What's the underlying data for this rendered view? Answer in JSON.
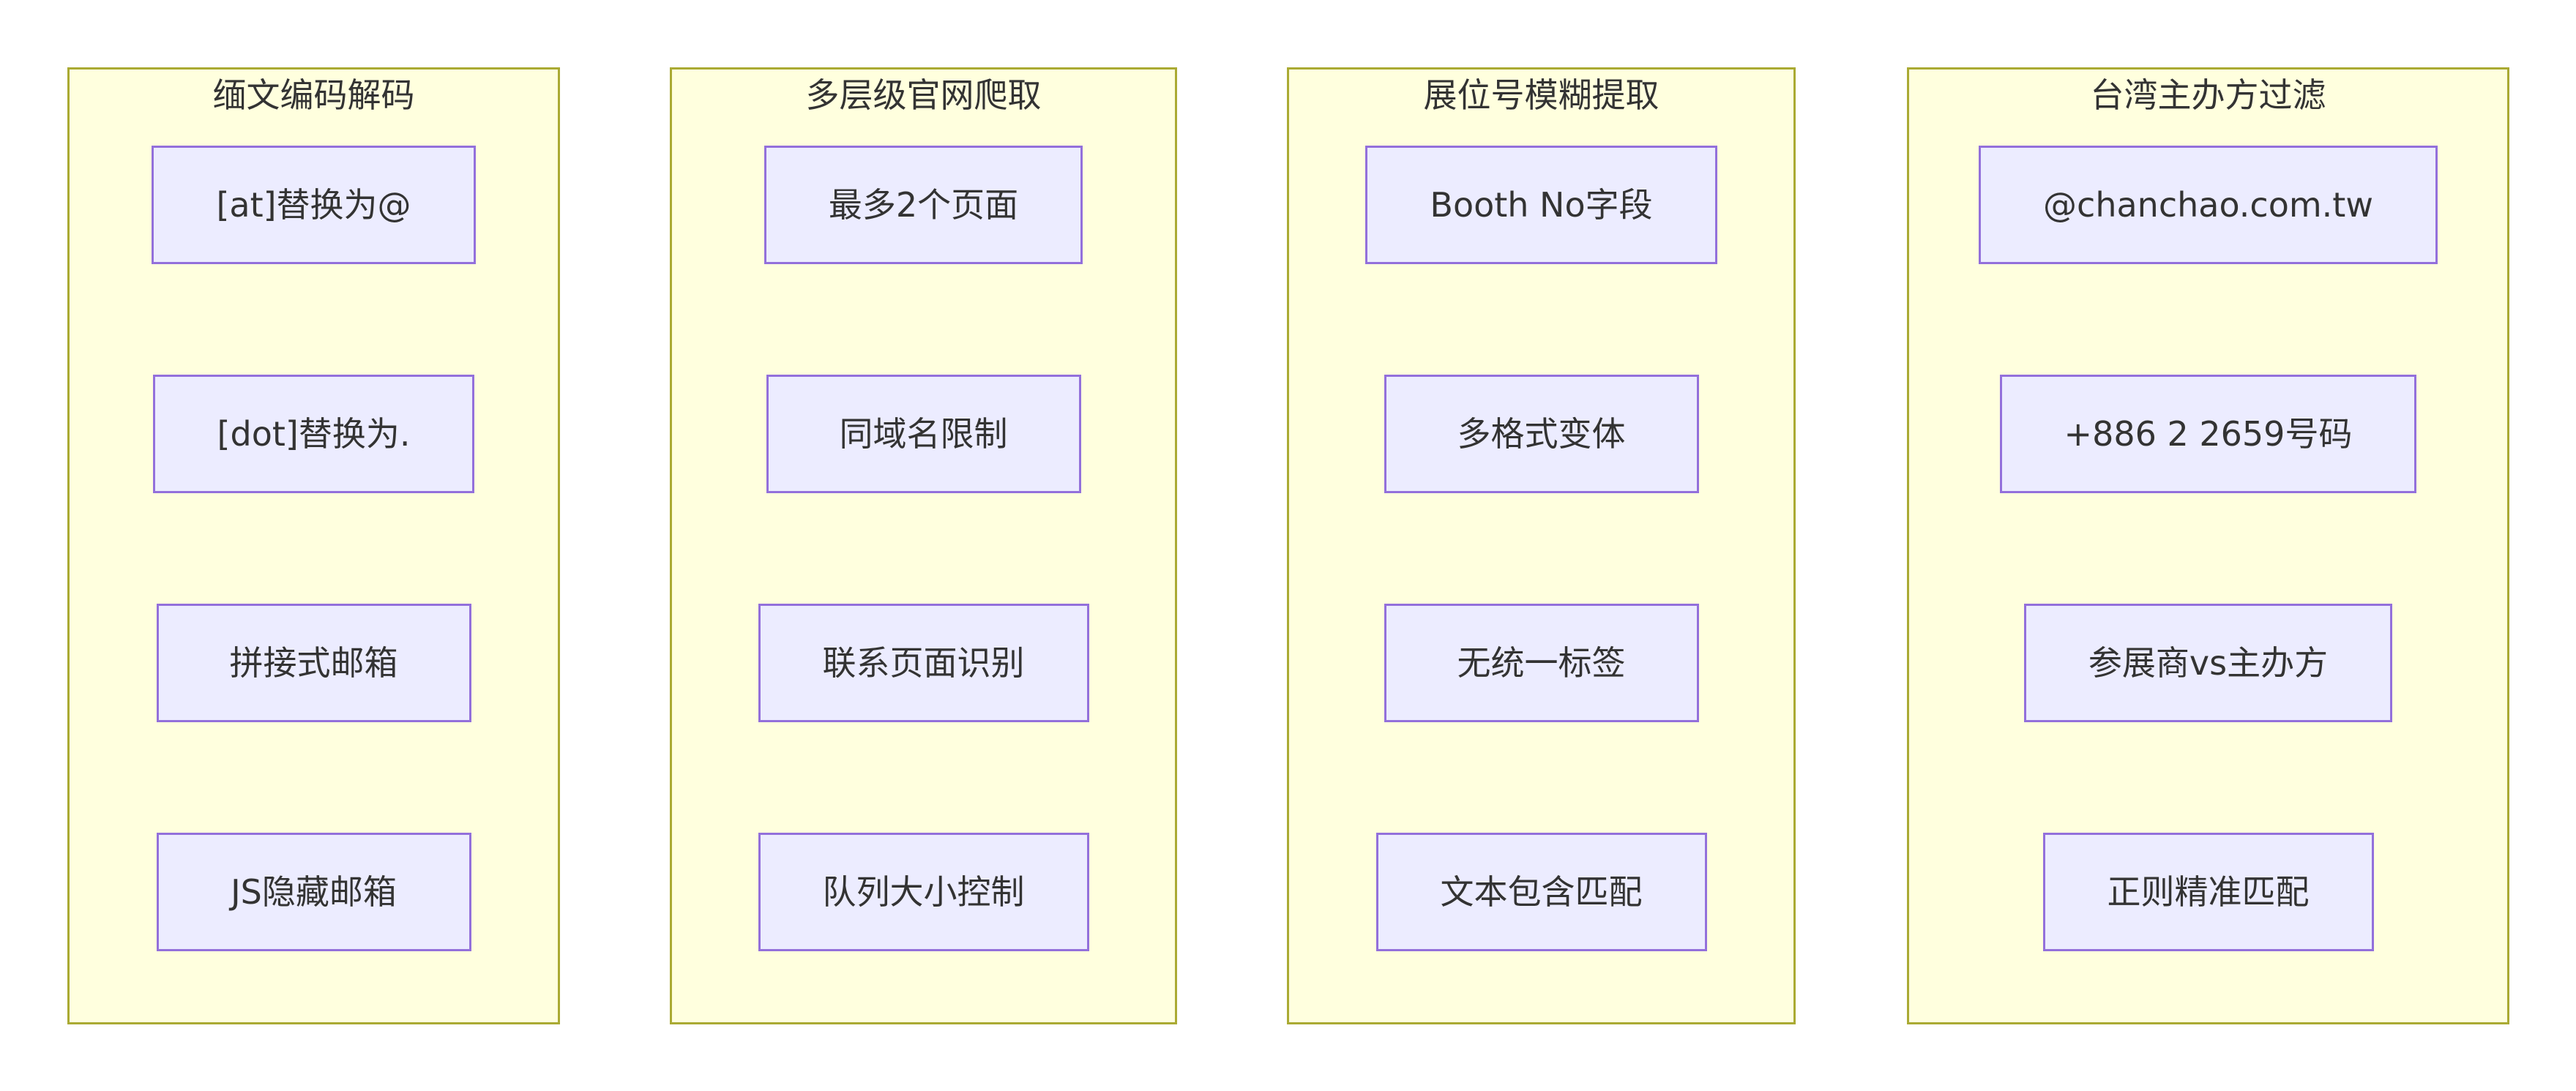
{
  "diagram": {
    "groups": [
      {
        "title": "缅文编码解码",
        "nodes": [
          "[at]替换为@",
          "[dot]替换为.",
          "拼接式邮箱",
          "JS隐藏邮箱"
        ]
      },
      {
        "title": "多层级官网爬取",
        "nodes": [
          "最多2个页面",
          "同域名限制",
          "联系页面识别",
          "队列大小控制"
        ]
      },
      {
        "title": "展位号模糊提取",
        "nodes": [
          "Booth No字段",
          "多格式变体",
          "无统一标签",
          "文本包含匹配"
        ]
      },
      {
        "title": "台湾主办方过滤",
        "nodes": [
          "@chanchao.com.tw",
          "+886 2 2659号码",
          "参展商vs主办方",
          "正则精准匹配"
        ]
      }
    ],
    "colors": {
      "bg": "#ffffff",
      "container_fill": "#ffffde",
      "container_border": "#aaaa33",
      "node_fill": "#ececff",
      "node_border": "#9370db",
      "text": "#333333"
    }
  }
}
